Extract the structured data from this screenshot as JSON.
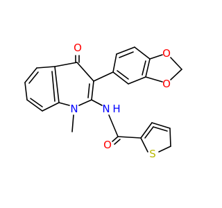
{
  "molecule": {
    "atoms": {
      "O_ketone": "O",
      "N_ring": "N",
      "N_amide": "N",
      "H_amide": "H",
      "O_amide": "O",
      "S_thiophene": "S",
      "O_diox_top": "O",
      "O_diox_bottom": "O"
    },
    "colors": {
      "C": "#000000",
      "N": "#0000ff",
      "O": "#ff0000",
      "S": "#b8b800"
    }
  }
}
